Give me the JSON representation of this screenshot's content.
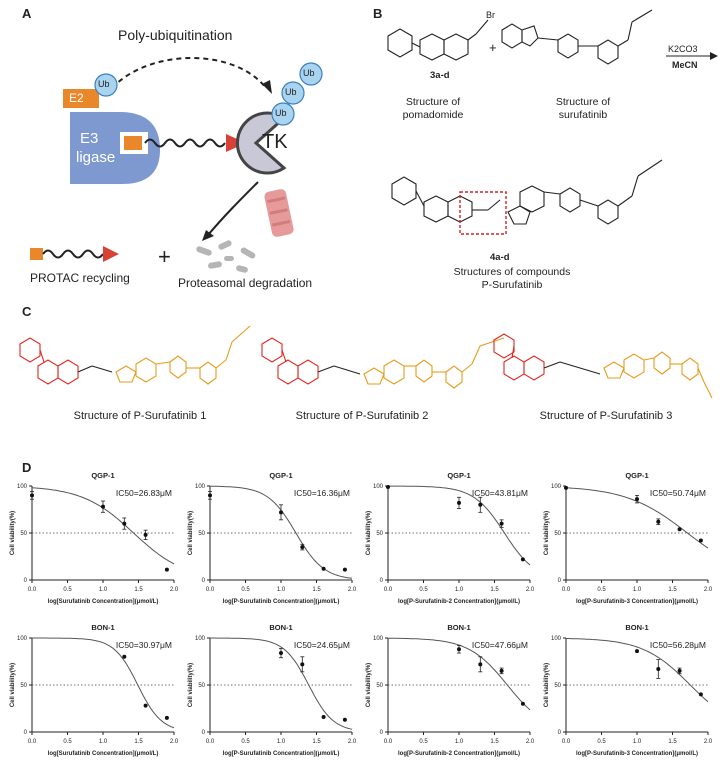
{
  "panels": {
    "A": "A",
    "B": "B",
    "C": "C",
    "D": "D"
  },
  "panelA": {
    "title": "Poly-ubiquitination",
    "e2": "E2",
    "ub": "Ub",
    "e3_line1": "E3",
    "e3_line2": "ligase",
    "tk": "TK",
    "recycling": "PROTAC recycling",
    "plus": "+",
    "degradation": "Proteasomal degradation"
  },
  "panelB": {
    "reagent1": "3a-d",
    "reagent1_caption": "Structure of pomadomide",
    "reagent2_caption": "Structure of surufatinib",
    "plus": "+",
    "cond_top": "K2CO3",
    "cond_bottom": "MeCN",
    "product": "4a-d",
    "product_caption": "Structures of compounds P-Surufatinib",
    "br": "Br"
  },
  "panelC": {
    "captions": [
      "Structure of P-Surufatinib 1",
      "Structure of P-Surufatinib 2",
      "Structure of P-Surufatinib 3"
    ]
  },
  "chart_data": [
    {
      "type": "scatter",
      "title": "QGP-1",
      "ic50": "IC50=26.83μM",
      "xlabel": "log[Surufatinib Concentration](μmol/L)",
      "ylabel": "Cell viability(%)",
      "xlim": [
        0,
        2.0
      ],
      "ylim": [
        0,
        100
      ],
      "xticks": [
        "0.0",
        "0.5",
        "1.0",
        "1.5",
        "2.0"
      ],
      "yticks": [
        "0",
        "50",
        "100"
      ],
      "x": [
        0,
        1.0,
        1.3,
        1.6,
        1.9
      ],
      "y": [
        90,
        78,
        60,
        48,
        11
      ],
      "err": [
        4,
        6,
        6,
        5,
        2
      ],
      "fit": {
        "top": 100,
        "bottom": 0,
        "logic50": 1.43,
        "hill": 1.2
      }
    },
    {
      "type": "scatter",
      "title": "QGP-1",
      "ic50": "IC50=16.36μM",
      "xlabel": "log[P-Surufatinib Concentration](μmol/L)",
      "ylabel": "Cell viability(%)",
      "xlim": [
        0,
        2.0
      ],
      "ylim": [
        0,
        100
      ],
      "xticks": [
        "0.0",
        "0.5",
        "1.0",
        "1.5",
        "2.0"
      ],
      "yticks": [
        "0",
        "50",
        "100"
      ],
      "x": [
        0,
        1.0,
        1.3,
        1.6,
        1.9
      ],
      "y": [
        90,
        72,
        35,
        12,
        11
      ],
      "err": [
        4,
        8,
        3,
        2,
        2
      ],
      "fit": {
        "top": 100,
        "bottom": 0,
        "logic50": 1.21,
        "hill": 2.2
      }
    },
    {
      "type": "scatter",
      "title": "QGP-1",
      "ic50": "IC50=43.81μM",
      "xlabel": "log[P-Surufatinib-2 Concentration](μmol/L)",
      "ylabel": "Cell viability(%)",
      "xlim": [
        0,
        2.0
      ],
      "ylim": [
        0,
        100
      ],
      "xticks": [
        "0.0",
        "0.5",
        "1.0",
        "1.5",
        "2.0"
      ],
      "yticks": [
        "0",
        "50",
        "100"
      ],
      "x": [
        0,
        1.0,
        1.3,
        1.6,
        1.9
      ],
      "y": [
        99,
        82,
        80,
        60,
        22
      ],
      "err": [
        2,
        6,
        8,
        4,
        2
      ],
      "fit": {
        "top": 100,
        "bottom": 0,
        "logic50": 1.64,
        "hill": 2.0
      }
    },
    {
      "type": "scatter",
      "title": "QGP-1",
      "ic50": "IC50=50.74μM",
      "xlabel": "log[P-Surufatinib-3 Concentration](μmol/L)",
      "ylabel": "Cell viability(%)",
      "xlim": [
        0,
        2.0
      ],
      "ylim": [
        0,
        100
      ],
      "xticks": [
        "0.0",
        "0.5",
        "1.0",
        "1.5",
        "2.0"
      ],
      "yticks": [
        "0",
        "50",
        "100"
      ],
      "x": [
        0,
        1.0,
        1.3,
        1.6,
        1.9
      ],
      "y": [
        98,
        86,
        62,
        54,
        42
      ],
      "err": [
        2,
        4,
        3,
        2,
        2
      ],
      "fit": {
        "top": 100,
        "bottom": 0,
        "logic50": 1.71,
        "hill": 1.0
      }
    },
    {
      "type": "scatter",
      "title": "BON-1",
      "ic50": "IC50=30.97μM",
      "xlabel": "log[Surufatinib Concentration](μmol/L)",
      "ylabel": "Cell viability(%)",
      "xlim": [
        0,
        2.0
      ],
      "ylim": [
        0,
        100
      ],
      "xticks": [
        "0.0",
        "0.5",
        "1.0",
        "1.5",
        "2.0"
      ],
      "yticks": [
        "0",
        "50",
        "100"
      ],
      "x": [
        1.3,
        1.6,
        1.9
      ],
      "y": [
        80,
        28,
        15
      ],
      "err": [
        2,
        2,
        2
      ],
      "fit": {
        "top": 100,
        "bottom": 0,
        "logic50": 1.49,
        "hill": 2.6
      }
    },
    {
      "type": "scatter",
      "title": "BON-1",
      "ic50": "IC50=24.65μM",
      "xlabel": "log[P-Surufatinib Concentration](μmol/L)",
      "ylabel": "Cell viability(%)",
      "xlim": [
        0,
        2.0
      ],
      "ylim": [
        0,
        100
      ],
      "xticks": [
        "0.0",
        "0.5",
        "1.0",
        "1.5",
        "2.0"
      ],
      "yticks": [
        "0",
        "50",
        "100"
      ],
      "x": [
        1.0,
        1.3,
        1.6,
        1.9
      ],
      "y": [
        84,
        72,
        16,
        13
      ],
      "err": [
        5,
        8,
        2,
        2
      ],
      "fit": {
        "top": 100,
        "bottom": 0,
        "logic50": 1.39,
        "hill": 2.5
      }
    },
    {
      "type": "scatter",
      "title": "BON-1",
      "ic50": "IC50=47.66μM",
      "xlabel": "log[P-Surufatinib-2 Concentration](μmol/L)",
      "ylabel": "Cell viability(%)",
      "xlim": [
        0,
        2.0
      ],
      "ylim": [
        0,
        100
      ],
      "xticks": [
        "0.0",
        "0.5",
        "1.0",
        "1.5",
        "2.0"
      ],
      "yticks": [
        "0",
        "50",
        "100"
      ],
      "x": [
        1.0,
        1.3,
        1.6,
        1.9
      ],
      "y": [
        88,
        72,
        65,
        30
      ],
      "err": [
        4,
        8,
        3,
        2
      ],
      "fit": {
        "top": 100,
        "bottom": 0,
        "logic50": 1.68,
        "hill": 1.6
      }
    },
    {
      "type": "scatter",
      "title": "BON-1",
      "ic50": "IC50=56.28μM",
      "xlabel": "log[P-Surufatinib-3 Concentration](μmol/L)",
      "ylabel": "Cell viability(%)",
      "xlim": [
        0,
        2.0
      ],
      "ylim": [
        0,
        100
      ],
      "xticks": [
        "0.0",
        "0.5",
        "1.0",
        "1.5",
        "2.0"
      ],
      "yticks": [
        "0",
        "50",
        "100"
      ],
      "x": [
        1.0,
        1.3,
        1.6,
        1.9
      ],
      "y": [
        86,
        67,
        65,
        40
      ],
      "err": [
        2,
        10,
        3,
        2
      ],
      "fit": {
        "top": 100,
        "bottom": 0,
        "logic50": 1.75,
        "hill": 1.3
      }
    }
  ]
}
